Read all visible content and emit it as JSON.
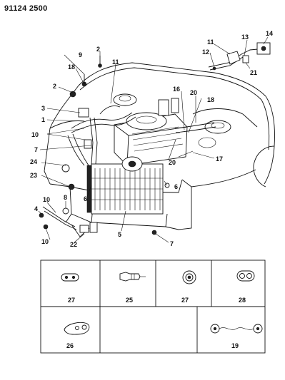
{
  "header": {
    "part_code": "91124 2500"
  },
  "callouts": {
    "c1": "1",
    "c2a": "2",
    "c2b": "2",
    "c3": "3",
    "c4": "4",
    "c5": "5",
    "c6a": "6",
    "c6b": "6",
    "c7a": "7",
    "c7b": "7",
    "c8": "8",
    "c9": "9",
    "c10a": "10",
    "c10b": "10",
    "c10c": "10",
    "c11a": "11",
    "c11b": "11",
    "c12": "12",
    "c13": "13",
    "c14": "14",
    "c16": "16",
    "c17": "17",
    "c18a": "18",
    "c18b": "18",
    "c20a": "20",
    "c20b": "20",
    "c21": "21",
    "c22": "22",
    "c23": "23",
    "c24": "24"
  },
  "detail_boxes": {
    "b1": "27",
    "b2": "25",
    "b3": "27",
    "b4": "28",
    "b5": "26",
    "b6": "19"
  }
}
